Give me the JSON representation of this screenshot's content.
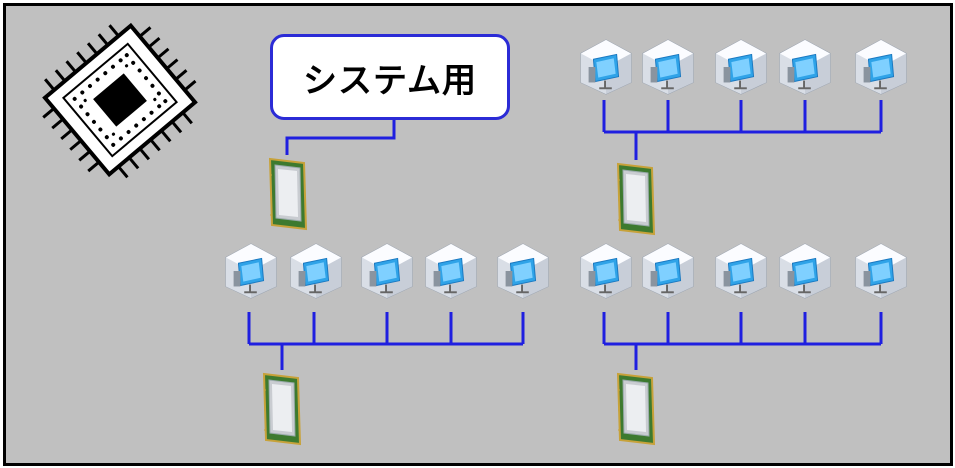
{
  "callout": {
    "label": "システム用"
  },
  "colors": {
    "background": "#c0c0c0",
    "frame_border": "#000000",
    "connector": "#1f1fe0",
    "callout_border": "#2b2bd6",
    "callout_fill": "#ffffff"
  },
  "icons": {
    "chip": "integrated-circuit-chip-icon",
    "processor": "cpu-processor-icon",
    "virtual_machine": "virtual-machine-cube-icon"
  },
  "groups": [
    {
      "name": "group-top-right",
      "vm_count": 5
    },
    {
      "name": "group-bottom-left",
      "vm_count": 5
    },
    {
      "name": "group-bottom-right",
      "vm_count": 5
    }
  ]
}
